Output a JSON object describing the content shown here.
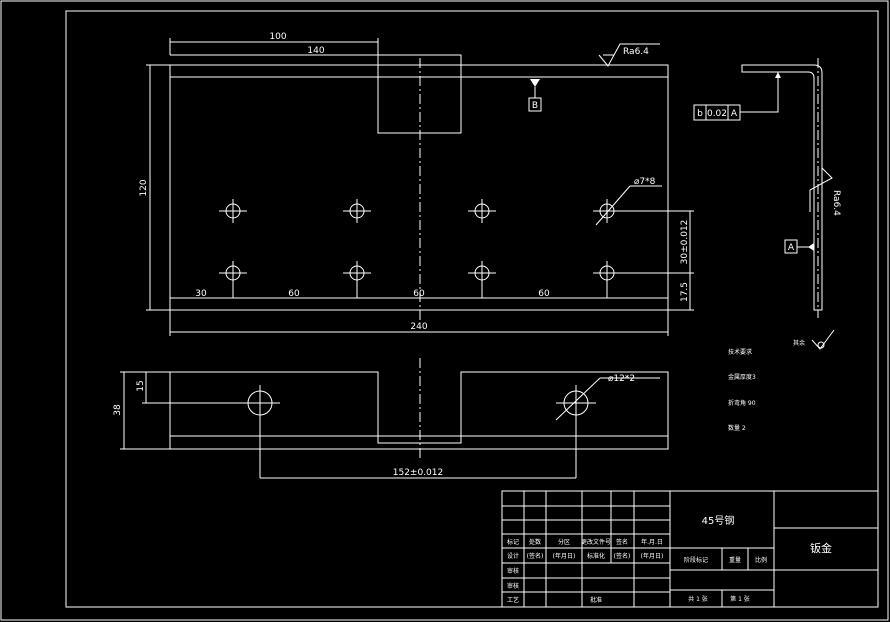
{
  "colors": {
    "background": "#000000",
    "lines": "#ffffff"
  },
  "front_view": {
    "dim_100": "100",
    "dim_140": "140",
    "dim_120": "120",
    "dim_30": "30",
    "dim_60_a": "60",
    "dim_60_b": "60",
    "dim_60_c": "60",
    "dim_240": "240",
    "dim_30_tol": "30±0.012",
    "dim_17_5": "17.5",
    "hole_label": "⌀7*8",
    "roughness": "Ra6.4",
    "datum_b": "B"
  },
  "side_view": {
    "tolerance_sym": "b",
    "tolerance_val": "0.02",
    "tolerance_datum": "A",
    "roughness": "Ra6.4",
    "datum_a": "A"
  },
  "bottom_view": {
    "dim_15": "15",
    "dim_38": "38",
    "hole_label": "⌀12*2",
    "dim_152": "152±0.012"
  },
  "notes": {
    "heading": "技术要求",
    "line1": "金属厚度3",
    "line2": "折弯角 90",
    "line3": "数量 2",
    "rest_label": "其余"
  },
  "title_block": {
    "material": "45号钢",
    "part_name": "钣金",
    "h_mark": "标记",
    "h_count": "处数",
    "h_zone": "分区",
    "h_docno": "更改文件号",
    "h_sign": "签名",
    "h_date": "年.月.日",
    "r_design": "设计",
    "r_sign1": "(签名)",
    "r_date1": "(年月日)",
    "r_std": "标准化",
    "r_sign2": "(签名)",
    "r_date2": "(年月日)",
    "r_check": "审核",
    "r_process": "工艺",
    "r_approve": "批准",
    "r_review": "审核",
    "stage_mark": "阶段标记",
    "weight": "重量",
    "scale": "比例",
    "sheets_total": "共 1 张",
    "sheet_no": "第 1 张"
  }
}
